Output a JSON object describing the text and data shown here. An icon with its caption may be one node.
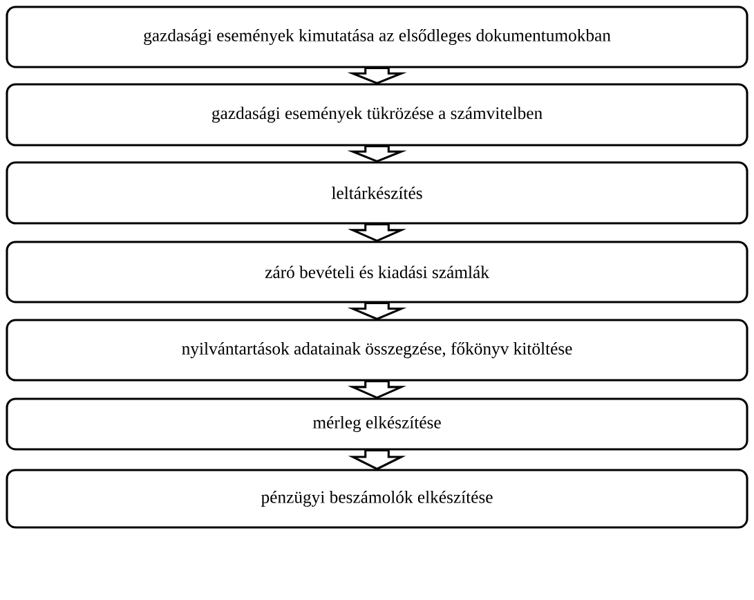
{
  "diagram": {
    "nodes": [
      {
        "text": [
          "gazdasági események kimutatása az elsődleges dokumentumokban"
        ]
      },
      {
        "text": [
          "gazdasági események tükrözése a számvitelben"
        ]
      },
      {
        "text": [
          "leltárkészítés"
        ]
      },
      {
        "text": [
          "záró bevételi és kiadási számlák"
        ]
      },
      {
        "text": [
          "nyilvántartások adatainak összegzése, főkönyv kitöltése"
        ]
      },
      {
        "text": [
          "mérleg elkészítése"
        ]
      },
      {
        "text": [
          "pénzügyi beszámolók elkészítése"
        ]
      }
    ],
    "edges": [
      {
        "from": 0,
        "to": 1,
        "arrow": "to"
      },
      {
        "from": 1,
        "to": 2,
        "arrow": "to"
      },
      {
        "from": 2,
        "to": 3,
        "arrow": "to"
      },
      {
        "from": 3,
        "to": 4,
        "arrow": "to"
      },
      {
        "from": 4,
        "to": 5,
        "arrow": "to"
      },
      {
        "from": 5,
        "to": 6,
        "arrow": "to"
      }
    ]
  }
}
